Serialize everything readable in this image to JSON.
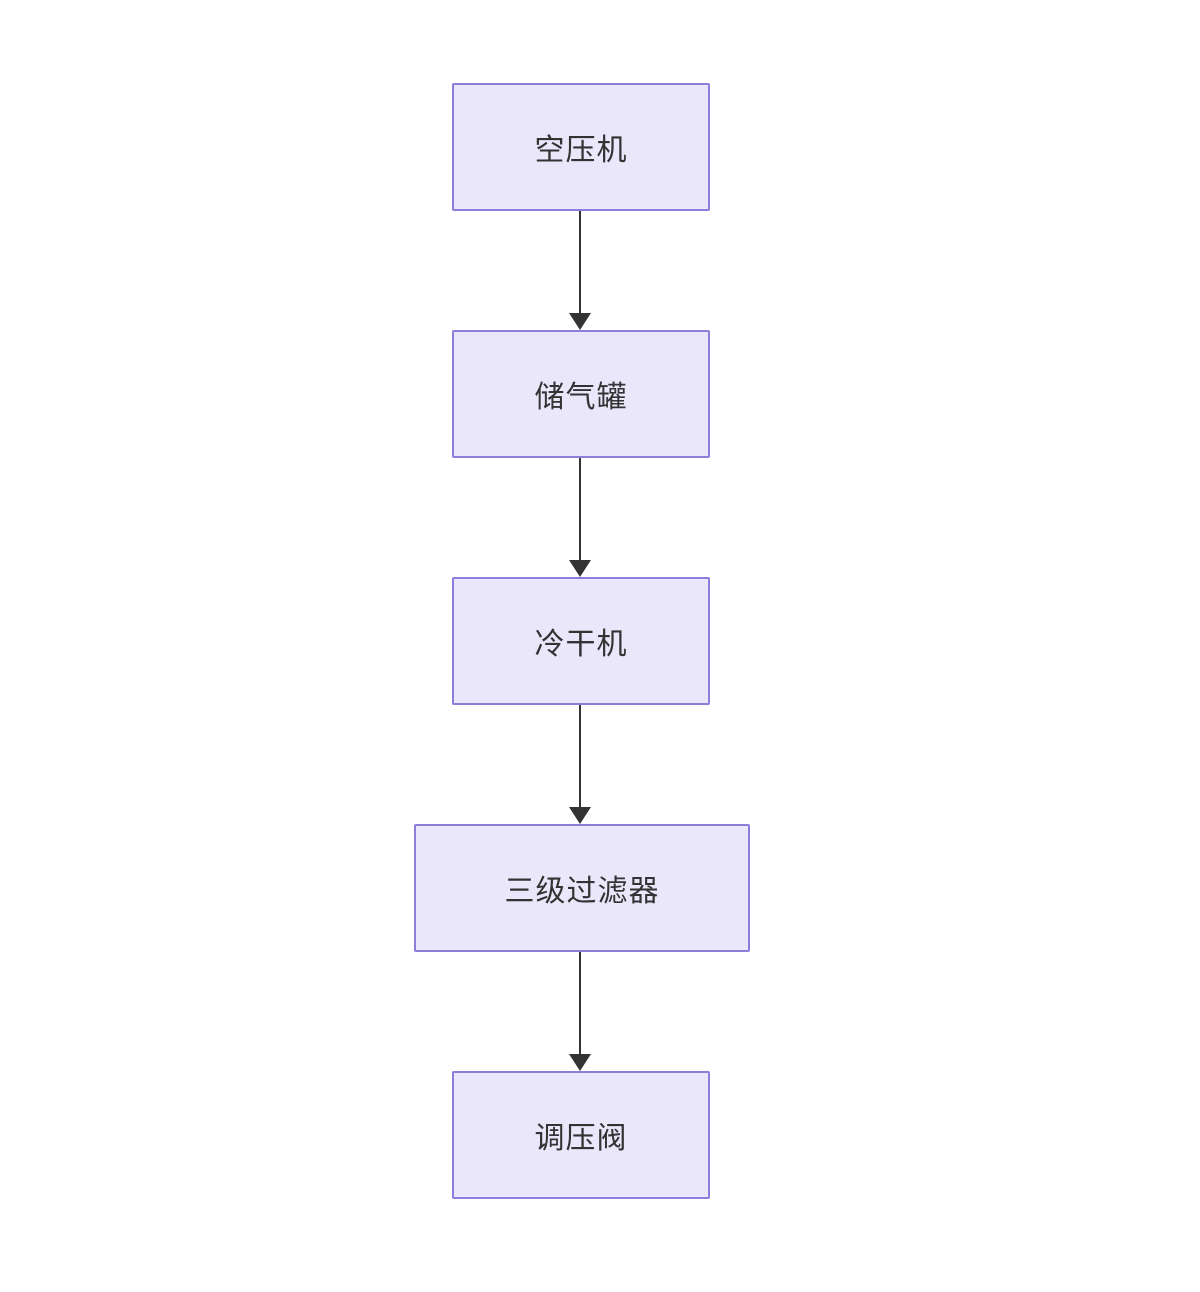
{
  "diagram": {
    "type": "flowchart",
    "direction": "top-down",
    "nodes": [
      {
        "id": "air-compressor",
        "label": "空压机"
      },
      {
        "id": "air-storage-tank",
        "label": "储气罐"
      },
      {
        "id": "refrigerated-dryer",
        "label": "冷干机"
      },
      {
        "id": "three-stage-filter",
        "label": "三级过滤器"
      },
      {
        "id": "pressure-regulating-valve",
        "label": "调压阀"
      }
    ],
    "edges": [
      {
        "from": "air-compressor",
        "to": "air-storage-tank"
      },
      {
        "from": "air-storage-tank",
        "to": "refrigerated-dryer"
      },
      {
        "from": "refrigerated-dryer",
        "to": "three-stage-filter"
      },
      {
        "from": "three-stage-filter",
        "to": "pressure-regulating-valve"
      }
    ],
    "colors": {
      "background": "#ffffff",
      "node_fill": "#eae7fb",
      "node_border": "#8f7ddb",
      "text": "#333333",
      "arrow": "#333333"
    }
  }
}
